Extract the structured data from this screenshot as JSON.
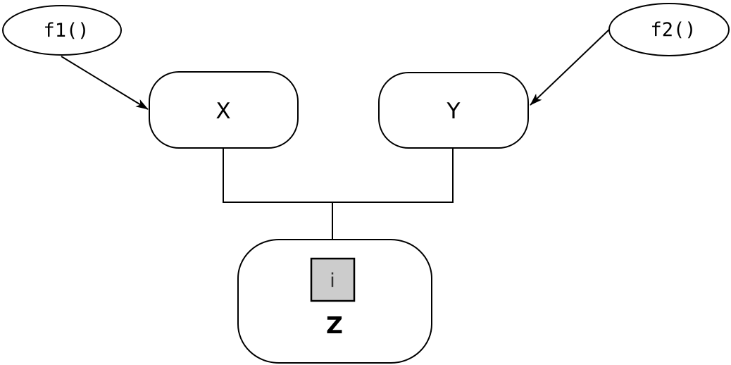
{
  "diagram": {
    "type": "flow-diagram",
    "nodes": {
      "f1": {
        "label": "f1()",
        "shape": "ellipse"
      },
      "f2": {
        "label": "f2()",
        "shape": "ellipse"
      },
      "x": {
        "label": "X",
        "shape": "rounded-rect"
      },
      "y": {
        "label": "Y",
        "shape": "rounded-rect"
      },
      "z": {
        "label": "Z",
        "shape": "rounded-rect",
        "badge": "i"
      }
    },
    "edges": [
      {
        "from": "f1",
        "to": "x",
        "style": "arrow"
      },
      {
        "from": "f2",
        "to": "y",
        "style": "arrow"
      },
      {
        "from": "x",
        "to": "z",
        "style": "merged-arrow"
      },
      {
        "from": "y",
        "to": "z",
        "style": "merged-arrow"
      }
    ],
    "colors": {
      "stroke": "#000000",
      "node_fill": "#ffffff",
      "badge_fill": "#cccccc",
      "badge_text": "#333333",
      "background": "#ffffff"
    }
  }
}
